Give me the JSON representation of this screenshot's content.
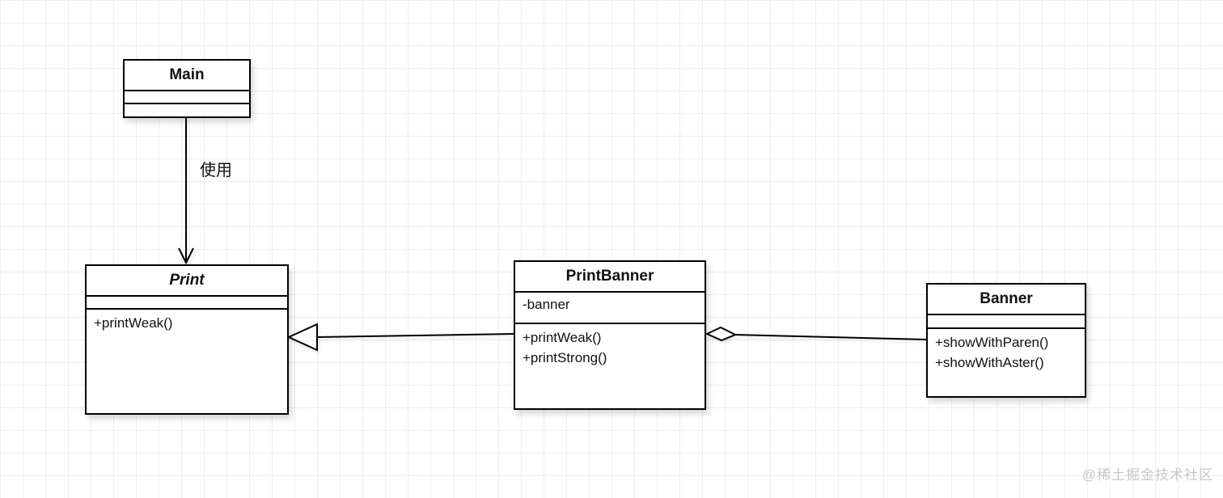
{
  "diagram": {
    "classes": [
      {
        "name": "Main",
        "abstract": false,
        "fields": [],
        "methods": []
      },
      {
        "name": "Print",
        "abstract": true,
        "fields": [],
        "methods": [
          "+printWeak()"
        ]
      },
      {
        "name": "PrintBanner",
        "abstract": false,
        "fields": [
          "-banner"
        ],
        "methods": [
          "+printWeak()",
          "+printStrong()"
        ]
      },
      {
        "name": "Banner",
        "abstract": false,
        "fields": [],
        "methods": [
          "+showWithParen()",
          "+showWithAster()"
        ]
      }
    ],
    "relations": [
      {
        "from": "Main",
        "to": "Print",
        "type": "dependency",
        "arrowhead": "open-arrow",
        "label": "使用"
      },
      {
        "from": "PrintBanner",
        "to": "Print",
        "type": "generalization",
        "arrowhead": "hollow-triangle",
        "label": ""
      },
      {
        "from": "PrintBanner",
        "to": "Banner",
        "type": "aggregation",
        "arrowhead": "hollow-diamond",
        "label": ""
      }
    ],
    "watermark": "@稀土掘金技术社区",
    "colors": {
      "line": "#000000",
      "box_fill": "#ffffff",
      "grid": "#eeeeee",
      "watermark": "#c7c7c7"
    }
  }
}
